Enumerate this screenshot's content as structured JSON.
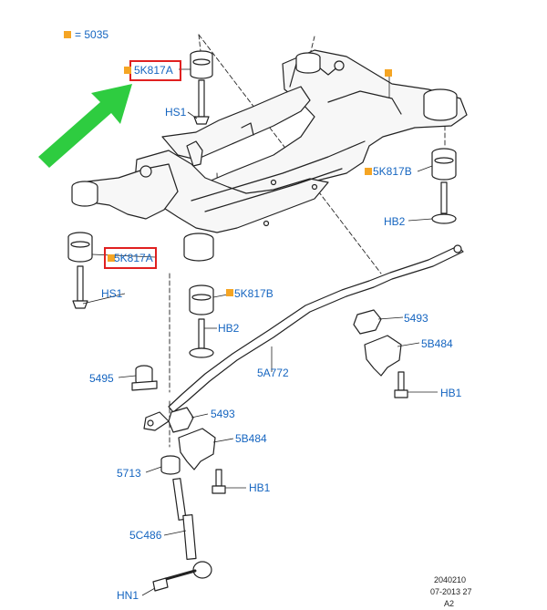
{
  "legend": {
    "marker_color": "#f5a524",
    "text": "= 5035"
  },
  "highlight_color": "#e02020",
  "arrow_color": "#2ecc40",
  "label_color": "#1565c0",
  "callouts": {
    "bushing_top_left": "5K817A",
    "bushing_left_mid": "5K817A",
    "bushing_right": "5K817B",
    "bushing_center": "5K817B",
    "hs1_top": "HS1",
    "hs1_lower": "HS1",
    "hb2_right": "HB2",
    "hb2_center": "HB2",
    "stab_bar": "5A772",
    "bush_5493_right": "5493",
    "bush_5493_left": "5493",
    "bracket_5b484_right": "5B484",
    "bracket_5b484_left": "5B484",
    "hb1_right": "HB1",
    "hb1_left": "HB1",
    "nut_5495": "5495",
    "link_5713": "5713",
    "link_5c486": "5C486",
    "hn1": "HN1"
  },
  "footer": {
    "line1": "2040210",
    "line2": "07-2013 27",
    "line3": "A2"
  }
}
